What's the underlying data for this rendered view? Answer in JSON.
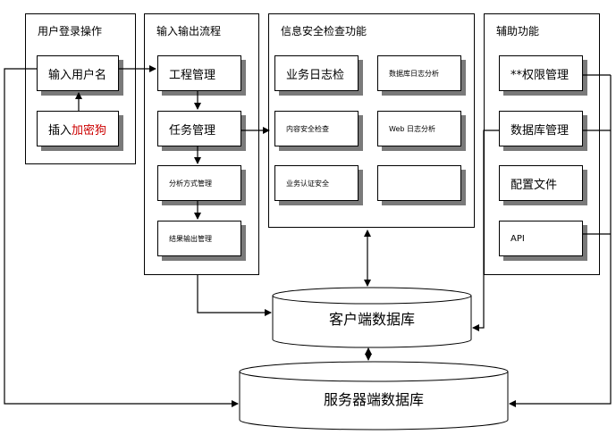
{
  "panels": {
    "login": {
      "title": "用户登录操作"
    },
    "io": {
      "title": "输入输出流程"
    },
    "security": {
      "title": "信息安全检查功能"
    },
    "aux": {
      "title": "辅助功能"
    }
  },
  "login": {
    "input_username": "输入用户名",
    "insert_prefix": "插入",
    "insert_highlight": "加密狗"
  },
  "io": {
    "project_mgmt": "工程管理",
    "task_mgmt": "任务管理",
    "analysis_mgmt": "分析方式管理",
    "result_mgmt": "结果输出管理"
  },
  "security": {
    "business_log": "业务日志检",
    "db_log_analysis": "数据库日志分析",
    "content_security": "内容安全检查",
    "web_log_analysis": "Web 日志分析",
    "business_auth": "业务认证安全",
    "empty": ""
  },
  "aux": {
    "permission_mgmt": "**权限管理",
    "db_mgmt": "数据库管理",
    "config_file": "配置文件",
    "api": "API"
  },
  "databases": {
    "client": "客户端数据库",
    "server": "服务器端数据库"
  },
  "colors": {
    "highlight": "#cc0000",
    "shadow": "#7a7a7a"
  }
}
